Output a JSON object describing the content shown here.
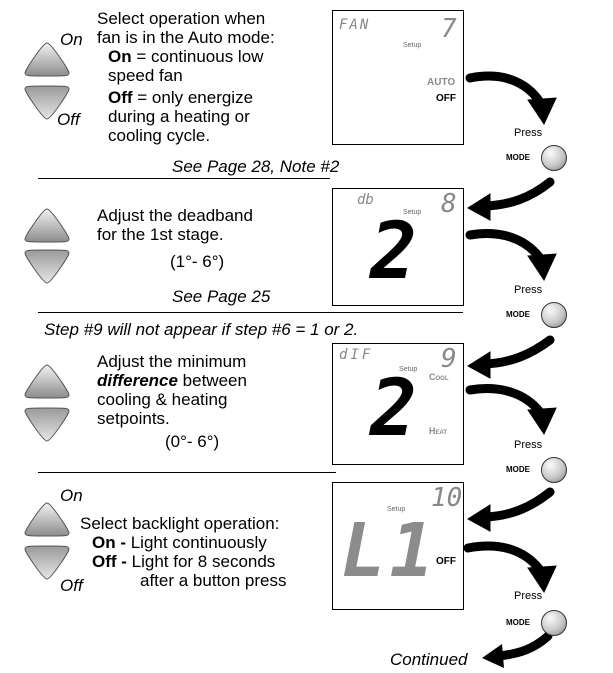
{
  "step7": {
    "on_label": "On",
    "off_label": "Off",
    "line1": "Select operation when",
    "line2": "fan is in the Auto mode:",
    "on_term": "On",
    "on_rest": " = continuous low",
    "on_rest2": "speed fan",
    "off_term": "Off",
    "off_rest": " = only energize",
    "off_rest2": "during a heating or",
    "off_rest3": "cooling cycle.",
    "see": "See Page 28, Note #2",
    "lcd_code": "FAN",
    "lcd_setup": "Setup",
    "lcd_step": "7",
    "lcd_auto": "AUTO",
    "lcd_off": "OFF"
  },
  "step8": {
    "line1": "Adjust the deadband",
    "line2": "for   the   1st  stage.",
    "range": "(1°- 6°)",
    "see": "See Page 25",
    "lcd_code": "db",
    "lcd_setup": "Setup",
    "lcd_step": "8",
    "lcd_value": "2"
  },
  "note9": "Step #9 will not appear if step #6 = 1 or 2.",
  "step9": {
    "line1": "Adjust the minimum",
    "line2_bold": "difference",
    "line2_rest": " between",
    "line3": "cooling & heating",
    "line4": "setpoints.",
    "range": "(0°- 6°)",
    "lcd_code": "dIF",
    "lcd_setup": "Setup",
    "lcd_step": "9",
    "lcd_cool": "Cool",
    "lcd_heat": "Heat",
    "lcd_value": "2"
  },
  "step10": {
    "on_label": "On",
    "off_label": "Off",
    "line1": "Select backlight operation:",
    "on_term": "On - ",
    "on_rest": "Light continuously",
    "off_term": "Off - ",
    "off_rest": "Light for 8 seconds",
    "off_rest2": "after a button press",
    "lcd_setup": "Setup",
    "lcd_step": "10",
    "lcd_value": "L1",
    "lcd_off": "OFF"
  },
  "press_label": "Press",
  "mode_label": "MODE",
  "continued": "Continued"
}
